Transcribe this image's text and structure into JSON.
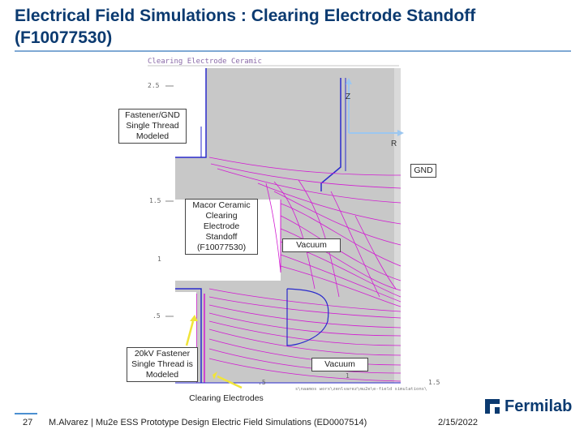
{
  "slide": {
    "title": "Electrical Field Simulations : Clearing Electrode Standoff (F10077530)",
    "page_number": "27",
    "footer_text": "M.Alvarez | Mu2e ESS Prototype Design Electric Field Simulations (ED0007514)",
    "date": "2/15/2022",
    "logo_text": "Fermilab"
  },
  "simulation": {
    "plot_title": "Clearing Electrode Ceramic",
    "y_ticks": [
      "2.5",
      "1.5",
      "1",
      ".5"
    ],
    "x_ticks": [
      ".5",
      "1",
      "1.5"
    ],
    "path_text": "s\\naamos worx\\zenlvarez\\mu2e\\e-field simulations\\",
    "axis_z": "Z",
    "axis_r": "R"
  },
  "annotations": {
    "fastener_gnd": "Fastener/GND Single Thread Modeled",
    "gnd": "GND",
    "macor": "Macor Ceramic Clearing Electrode Standoff (F10077530)",
    "vacuum_upper": "Vacuum",
    "vacuum_lower": "Vacuum",
    "fastener_20kv": "20kV Fastener Single Thread is Modeled",
    "clearing_electrodes": "Clearing Electrodes"
  },
  "colors": {
    "title": "#0b3a70",
    "field_lines": "#d21bd2",
    "electrode": "#2222cc",
    "domain_fill": "#c8c8c8",
    "pointer": "#f0e43a",
    "axis_arrow": "#9cc7f0"
  }
}
